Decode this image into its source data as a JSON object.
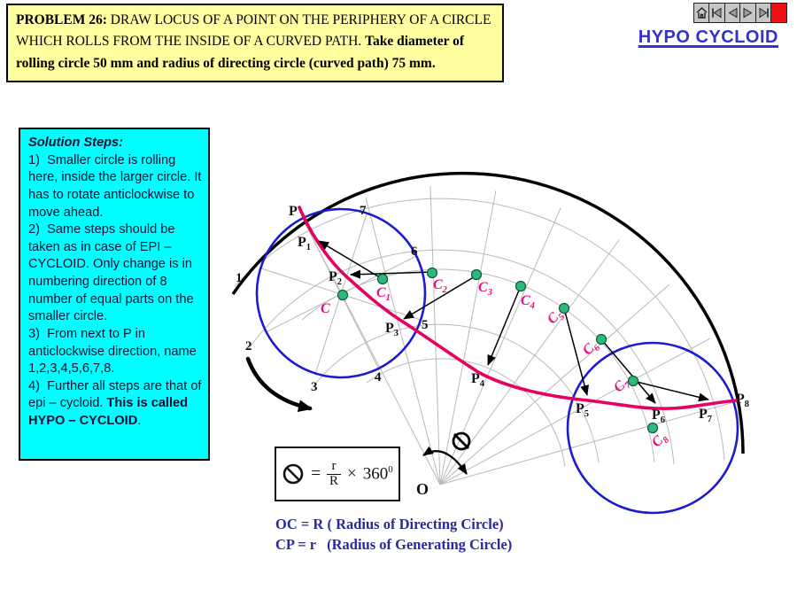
{
  "problem_box": {
    "label": "PROBLEM 26:",
    "body": " DRAW LOCUS OF A POINT ON THE PERIPHERY OF A CIRCLE WHICH ROLLS FROM THE INSIDE OF A CURVED PATH. ",
    "emphasis": "Take diameter of rolling circle 50 mm and radius of directing circle (curved path) 75 mm."
  },
  "header": {
    "title": "HYPO CYCLOID",
    "nav_buttons": [
      "home",
      "first",
      "previous",
      "next",
      "last",
      "close"
    ]
  },
  "solution_box": {
    "title": "Solution Steps:",
    "step1": "1)  Smaller circle is rolling here, inside the larger circle. It has to rotate anticlockwise to move ahead.",
    "step2": "2)  Same steps should be taken as in case of EPI – CYCLOID. Only change is in numbering direction of 8 number of equal parts on the smaller circle.",
    "step3": "3)  From next to P in anticlockwise direction, name 1,2,3,4,5,6,7,8.",
    "step4_normal": "4)  Further all steps are that of epi – cycloid. ",
    "step4_bold": "This is called HYPO – CYCLOID",
    "step4_end": "."
  },
  "formula": {
    "equals": "=",
    "numerator": "r",
    "denominator": "R",
    "times": "×",
    "angle": "360",
    "sup": "0"
  },
  "legend": {
    "line1": "OC = R ( Radius of Directing Circle)",
    "line2": "CP = r   (Radius of Generating Circle)"
  },
  "diagram": {
    "origin_label": "O",
    "divisions": [
      "1",
      "2",
      "3",
      "4",
      "5",
      "6",
      "7"
    ],
    "p_labels": [
      {
        "main": "P",
        "sub": ""
      },
      {
        "main": "P",
        "sub": "1"
      },
      {
        "main": "P",
        "sub": "2"
      },
      {
        "main": "P",
        "sub": "3"
      },
      {
        "main": "P",
        "sub": "4"
      },
      {
        "main": "P",
        "sub": "5"
      },
      {
        "main": "P",
        "sub": "6"
      },
      {
        "main": "P",
        "sub": "7"
      },
      {
        "main": "P",
        "sub": "8"
      }
    ],
    "c_labels": [
      {
        "main": "C",
        "sub": ""
      },
      {
        "main": "C",
        "sub": "1"
      },
      {
        "main": "C",
        "sub": "2"
      },
      {
        "main": "C",
        "sub": "3"
      },
      {
        "main": "C",
        "sub": "4"
      },
      {
        "main": "C",
        "sub": "5"
      },
      {
        "main": "C",
        "sub": "6"
      },
      {
        "main": "C",
        "sub": "7"
      },
      {
        "main": "C",
        "sub": "8"
      }
    ],
    "colors": {
      "directing_arc": "#000000",
      "rolling_circle": "#1b1bd0",
      "hypocycloid": "#e6005f",
      "construction": "#b9b9b9",
      "center_dots": "#2fb87c",
      "c_label_color": "#ea0a7e",
      "title_blue": "#3232cc",
      "legend_blue": "#2a2a99",
      "problem_bg": "#ffffa0",
      "solution_bg": "#00ffff"
    }
  }
}
